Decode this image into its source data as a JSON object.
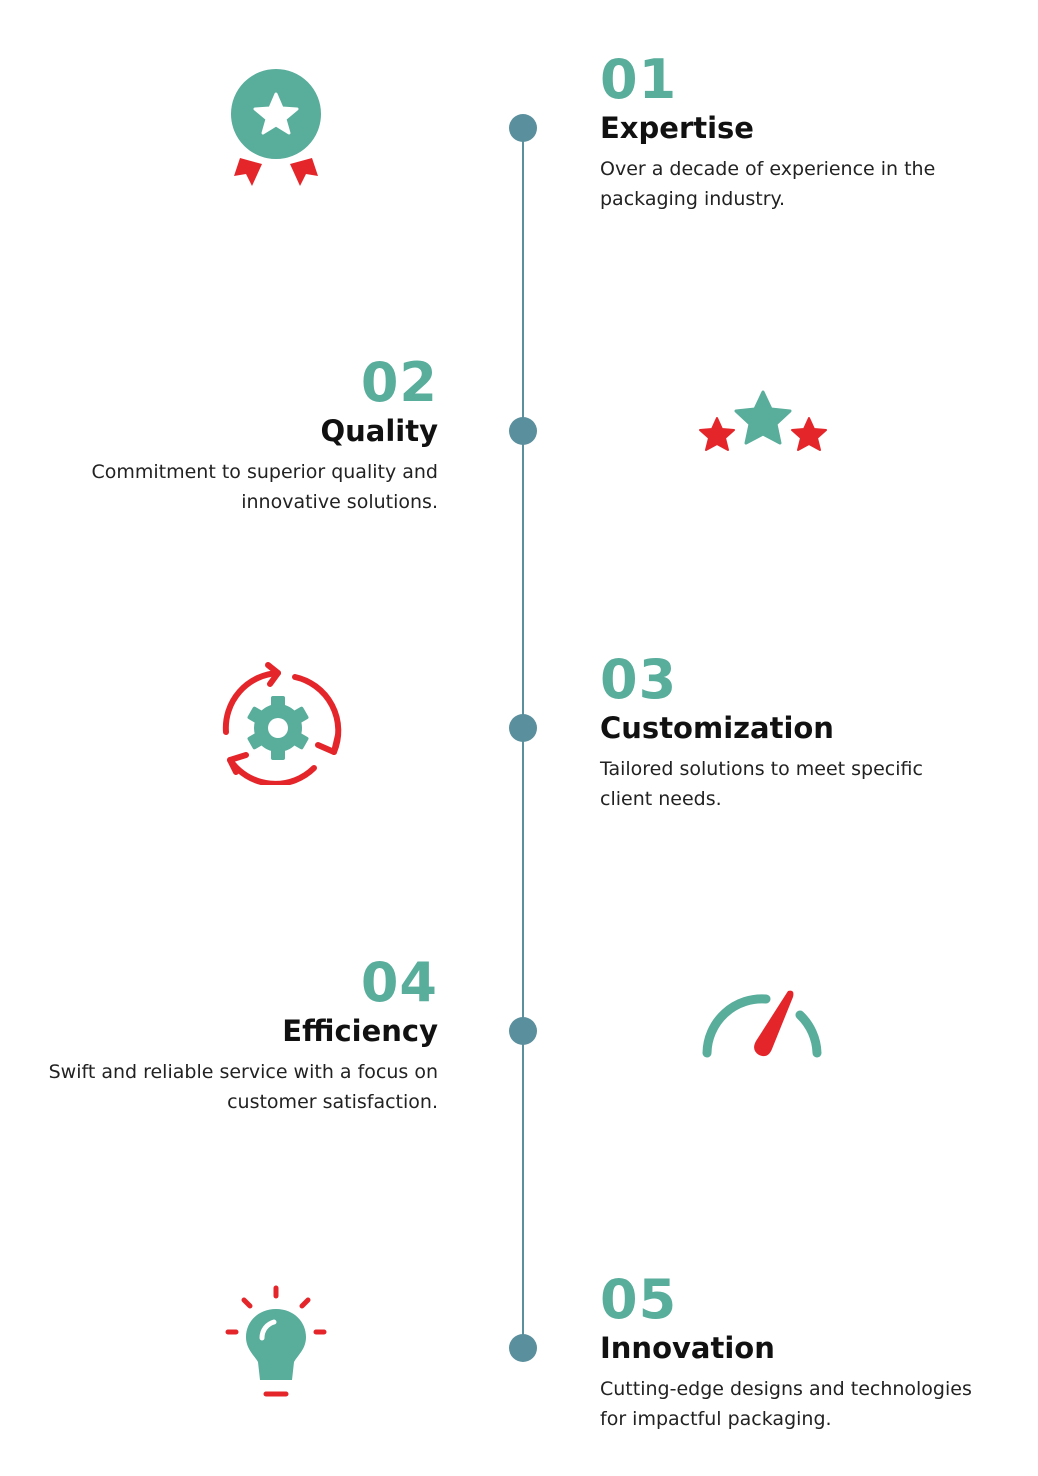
{
  "colors": {
    "teal": "#58ad9b",
    "red": "#e4262b",
    "line": "#5a8f9d"
  },
  "items": [
    {
      "number": "01",
      "title": "Expertise",
      "description": "Over a decade of experience in the packaging industry.",
      "icon": "award-medal-icon"
    },
    {
      "number": "02",
      "title": "Quality",
      "description": "Commitment to superior quality and innovative solutions.",
      "icon": "three-stars-icon"
    },
    {
      "number": "03",
      "title": "Customization",
      "description": "Tailored solutions to meet specific client needs.",
      "icon": "gear-cycle-icon"
    },
    {
      "number": "04",
      "title": "Efficiency",
      "description": "Swift and reliable service with a focus on customer satisfaction.",
      "icon": "speedometer-icon"
    },
    {
      "number": "05",
      "title": "Innovation",
      "description": "Cutting-edge designs and technologies for impactful packaging.",
      "icon": "lightbulb-icon"
    }
  ]
}
